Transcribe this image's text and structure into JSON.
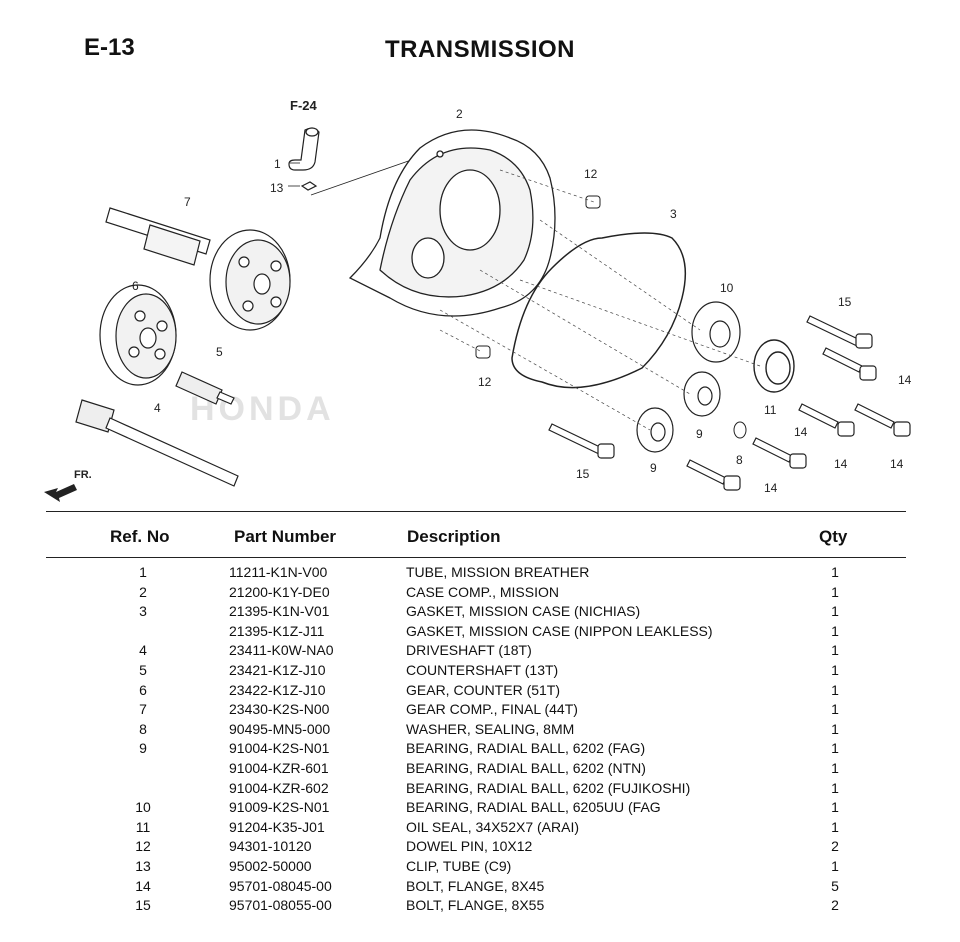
{
  "page": {
    "code": "E-13",
    "title": "TRANSMISSION"
  },
  "diagram": {
    "ref_link": "F-24",
    "watermark": "HONDA",
    "direction_label": "FR.",
    "callouts": [
      "1",
      "2",
      "3",
      "4",
      "5",
      "6",
      "7",
      "8",
      "9",
      "9",
      "10",
      "11",
      "12",
      "12",
      "13",
      "14",
      "14",
      "14",
      "14",
      "14",
      "15",
      "15"
    ]
  },
  "table": {
    "headers": {
      "ref": "Ref. No",
      "part": "Part Number",
      "desc": "Description",
      "qty": "Qty"
    },
    "rows": [
      {
        "ref": "1",
        "part": "11211-K1N-V00",
        "desc": "TUBE, MISSION BREATHER",
        "qty": "1"
      },
      {
        "ref": "2",
        "part": "21200-K1Y-DE0",
        "desc": "CASE COMP., MISSION",
        "qty": "1"
      },
      {
        "ref": "3",
        "part": "21395-K1N-V01",
        "desc": "GASKET, MISSION CASE (NICHIAS)",
        "qty": "1"
      },
      {
        "ref": "",
        "part": "21395-K1Z-J11",
        "desc": "GASKET, MISSION CASE (NIPPON LEAKLESS)",
        "qty": "1"
      },
      {
        "ref": "4",
        "part": "23411-K0W-NA0",
        "desc": "DRIVESHAFT (18T)",
        "qty": "1"
      },
      {
        "ref": "5",
        "part": "23421-K1Z-J10",
        "desc": "COUNTERSHAFT (13T)",
        "qty": "1"
      },
      {
        "ref": "6",
        "part": "23422-K1Z-J10",
        "desc": "GEAR, COUNTER (51T)",
        "qty": "1"
      },
      {
        "ref": "7",
        "part": "23430-K2S-N00",
        "desc": "GEAR COMP., FINAL (44T)",
        "qty": "1"
      },
      {
        "ref": "8",
        "part": "90495-MN5-000",
        "desc": "WASHER, SEALING, 8MM",
        "qty": "1"
      },
      {
        "ref": "9",
        "part": "91004-K2S-N01",
        "desc": "BEARING, RADIAL BALL, 6202 (FAG)",
        "qty": "1"
      },
      {
        "ref": "",
        "part": "91004-KZR-601",
        "desc": "BEARING, RADIAL BALL, 6202 (NTN)",
        "qty": "1"
      },
      {
        "ref": "",
        "part": "91004-KZR-602",
        "desc": "BEARING, RADIAL BALL, 6202 (FUJIKOSHI)",
        "qty": "1"
      },
      {
        "ref": "10",
        "part": "91009-K2S-N01",
        "desc": "BEARING, RADIAL BALL, 6205UU (FAG",
        "qty": "1"
      },
      {
        "ref": "11",
        "part": "91204-K35-J01",
        "desc": "OIL SEAL, 34X52X7 (ARAI)",
        "qty": "1"
      },
      {
        "ref": "12",
        "part": "94301-10120",
        "desc": "DOWEL PIN, 10X12",
        "qty": "2"
      },
      {
        "ref": "13",
        "part": "95002-50000",
        "desc": "CLIP, TUBE (C9)",
        "qty": "1"
      },
      {
        "ref": "14",
        "part": "95701-08045-00",
        "desc": "BOLT, FLANGE, 8X45",
        "qty": "5"
      },
      {
        "ref": "15",
        "part": "95701-08055-00",
        "desc": "BOLT, FLANGE, 8X55",
        "qty": "2"
      }
    ]
  }
}
